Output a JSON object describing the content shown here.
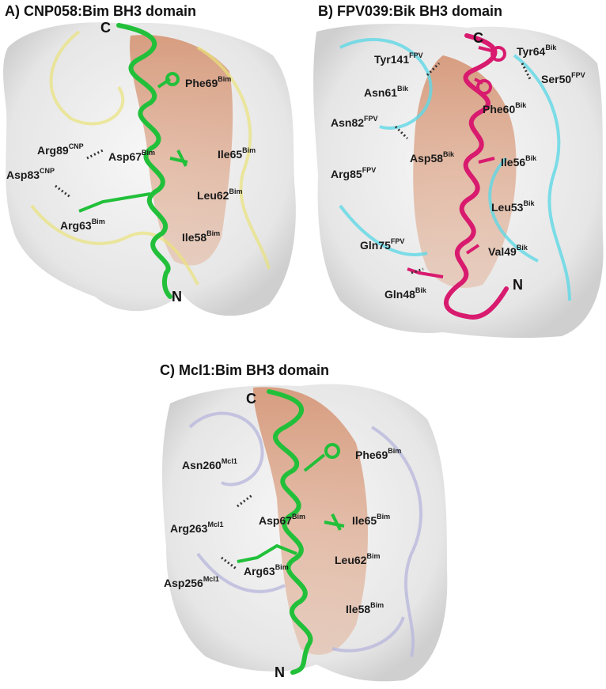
{
  "panels": {
    "a": {
      "title": "A) CNP058:Bim BH3 domain",
      "term_c": "C",
      "term_n": "N",
      "labels": [
        {
          "res": "Phe69",
          "sup": "Bim"
        },
        {
          "res": "Arg89",
          "sup": "CNP"
        },
        {
          "res": "Asp67",
          "sup": "Bim"
        },
        {
          "res": "Ile65",
          "sup": "Bim"
        },
        {
          "res": "Asp83",
          "sup": "CNP"
        },
        {
          "res": "Leu62",
          "sup": "Bim"
        },
        {
          "res": "Arg63",
          "sup": "Bim"
        },
        {
          "res": "Ile58",
          "sup": "Bim"
        }
      ]
    },
    "b": {
      "title": "B) FPV039:Bik BH3 domain",
      "term_c": "C",
      "term_n": "N",
      "labels": [
        {
          "res": "Tyr141",
          "sup": "FPV"
        },
        {
          "res": "Tyr64",
          "sup": "Bik"
        },
        {
          "res": "Ser50",
          "sup": "FPV"
        },
        {
          "res": "Asn61",
          "sup": "Bik"
        },
        {
          "res": "Phe60",
          "sup": "Bik"
        },
        {
          "res": "Asn82",
          "sup": "FPV"
        },
        {
          "res": "Asp58",
          "sup": "Bik"
        },
        {
          "res": "Ile56",
          "sup": "Bik"
        },
        {
          "res": "Arg85",
          "sup": "FPV"
        },
        {
          "res": "Leu53",
          "sup": "Bik"
        },
        {
          "res": "Gln75",
          "sup": "FPV"
        },
        {
          "res": "Val49",
          "sup": "Bik"
        },
        {
          "res": "Gln48",
          "sup": "Bik"
        }
      ]
    },
    "c": {
      "title": "C) Mcl1:Bim BH3 domain",
      "term_c": "C",
      "term_n": "N",
      "labels": [
        {
          "res": "Phe69",
          "sup": "Bim"
        },
        {
          "res": "Asn260",
          "sup": "Mcl1"
        },
        {
          "res": "Ile65",
          "sup": "Bim"
        },
        {
          "res": "Asp67",
          "sup": "Bim"
        },
        {
          "res": "Arg263",
          "sup": "Mcl1"
        },
        {
          "res": "Leu62",
          "sup": "Bim"
        },
        {
          "res": "Arg63",
          "sup": "Bim"
        },
        {
          "res": "Asp256",
          "sup": "Mcl1"
        },
        {
          "res": "Ile58",
          "sup": "Bim"
        }
      ]
    }
  },
  "colors": {
    "surface": "#e8e8e8",
    "groove": "#d9a184",
    "bim_helix": "#22c03a",
    "bik_helix": "#d81b6e",
    "cnp_ribbon": "#e9e27a",
    "fpv_ribbon": "#5fd8e6",
    "mcl1_ribbon": "#b9b9dd"
  }
}
